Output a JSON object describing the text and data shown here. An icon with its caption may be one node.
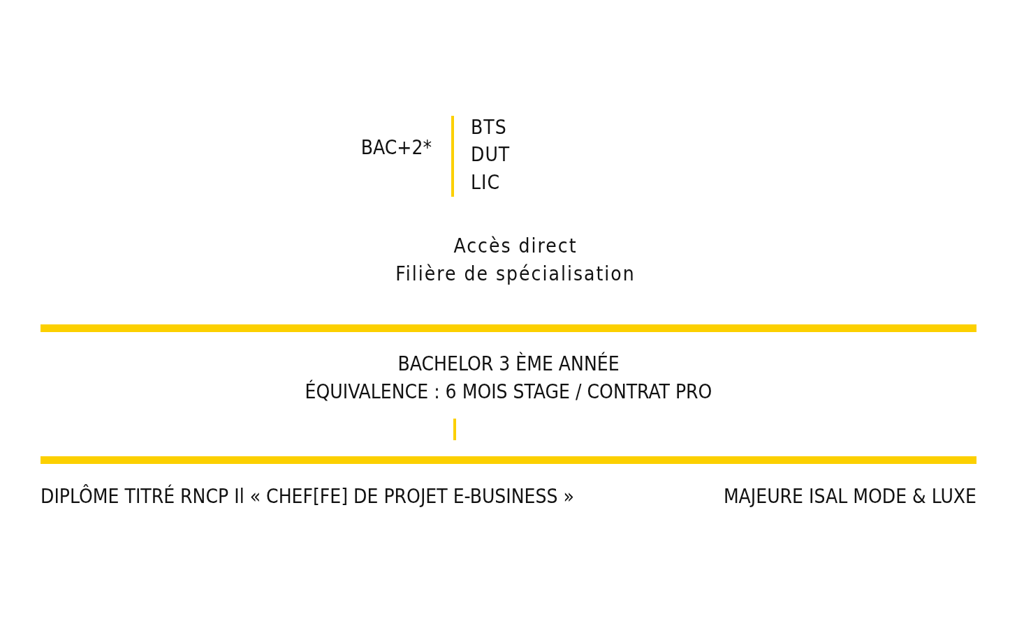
{
  "diagram": {
    "labels": [
      "BAC+2*",
      "BTS",
      "DUT",
      "LIC",
      "Accès direct",
      "Filière de spécialisation",
      "BACHELOR 3 ÈME ANNÉE",
      "ÉQUIVALENCE : 6 MOIS STAGE / CONTRAT PRO",
      "DIPLÔME TITRÉ RNCP Il « CHEF[FE] DE PROJET E-BUSINESS »",
      "MAJEURE ISAL MODE & LUXE"
    ]
  }
}
